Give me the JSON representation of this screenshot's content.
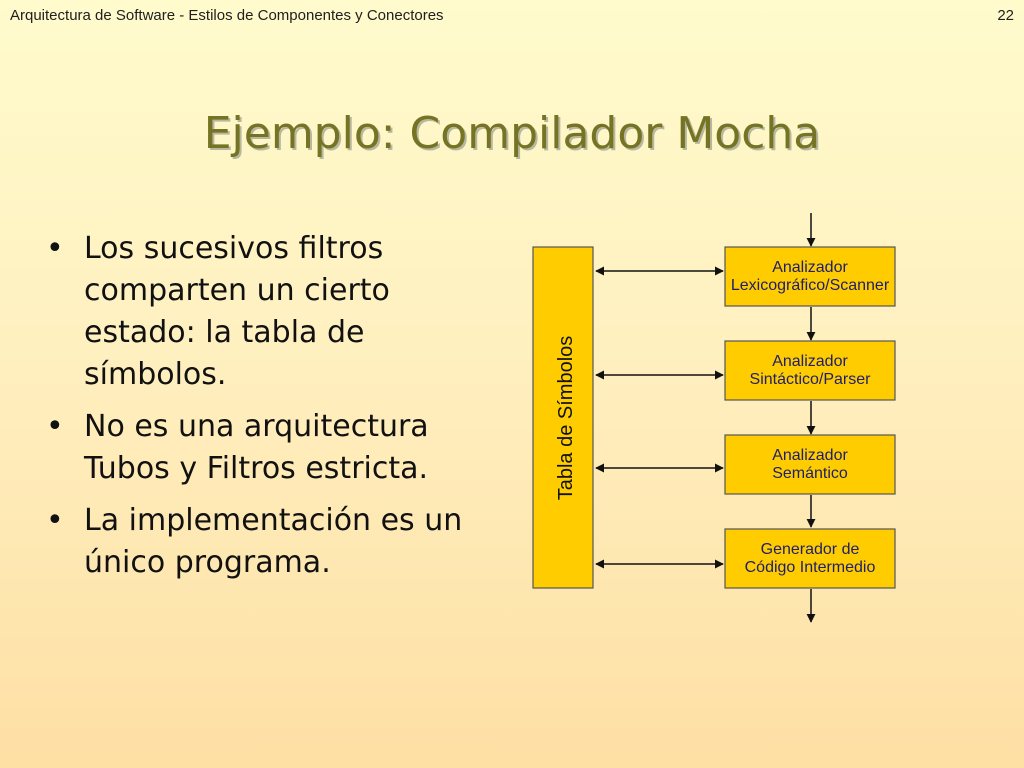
{
  "header": {
    "left_text": "Arquitectura de Software - Estilos de Componentes y Conectores",
    "page_number": "22"
  },
  "slide": {
    "title": "Ejemplo: Compilador Mocha",
    "bullets": [
      "Los sucesivos filtros comparten un cierto estado: la tabla de símbolos.",
      "No es una arquitectura Tubos y Filtros estricta.",
      "La implementación es un único programa."
    ]
  },
  "diagram": {
    "symbol_table_label": "Tabla de Símbolos",
    "stages": [
      {
        "line1": "Analizador",
        "line2": "Lexicográfico/Scanner"
      },
      {
        "line1": "Analizador",
        "line2": "Sintáctico/Parser"
      },
      {
        "line1": "Analizador",
        "line2": "Semántico"
      },
      {
        "line1": "Generador de",
        "line2": "Código Intermedio"
      }
    ],
    "colors": {
      "box_fill": "#ffcc00",
      "box_stroke": "#555555",
      "box_text": "#20206a",
      "title_text": "#747424"
    }
  }
}
